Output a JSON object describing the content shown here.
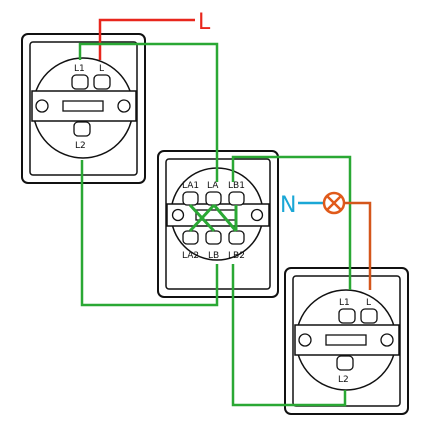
{
  "labels": {
    "line": "L",
    "neutral": "N"
  },
  "switch_top": {
    "terminals": {
      "l1": "L1",
      "l": "L",
      "l2": "L2"
    }
  },
  "switch_middle": {
    "terminals": {
      "la1": "LA1",
      "la": "LA",
      "lb1": "LB1",
      "la2": "LA2",
      "lb": "LB",
      "lb2": "LB2"
    }
  },
  "switch_bottom": {
    "terminals": {
      "l1": "L1",
      "l": "L",
      "l2": "L2"
    }
  },
  "colors": {
    "line_wire": "#e8261c",
    "neutral_wire": "#1aa7d6",
    "traveller_wire": "#2aa834",
    "lamp_wire": "#d4561b",
    "lamp": "#e05a1a",
    "outline": "#111111"
  }
}
